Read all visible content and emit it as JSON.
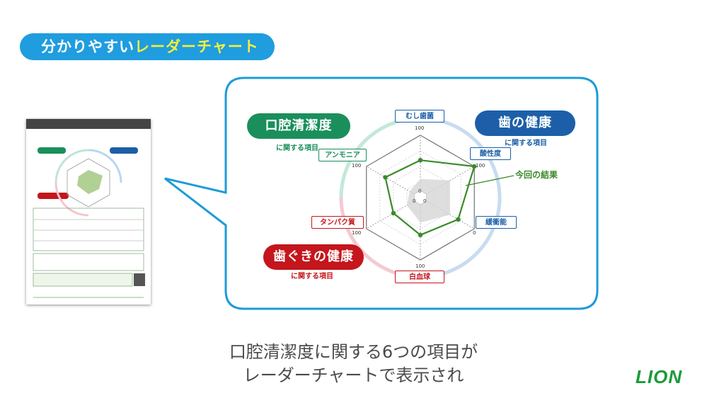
{
  "title": {
    "part1": "分かりやすい",
    "part2": "レーダーチャート"
  },
  "categories": {
    "oral": {
      "label": "口腔清潔度",
      "sub": "に関する項目",
      "color": "#1a8f5c"
    },
    "teeth": {
      "label": "歯の健康",
      "sub": "に関する項目",
      "color": "#1c5fa8"
    },
    "gum": {
      "label": "歯ぐきの健康",
      "sub": "に関する項目",
      "color": "#c4161c"
    }
  },
  "chart_data": {
    "type": "radar",
    "axes": [
      "むし歯菌",
      "酸性度",
      "緩衝能",
      "白血球",
      "タンパク質",
      "アンモニア"
    ],
    "tick_labels": [
      "100",
      "100",
      "0",
      "100",
      "100",
      "100"
    ],
    "center_labels": [
      "0",
      "0",
      "0"
    ],
    "series": [
      {
        "name": "今回の結果",
        "values": [
          60,
          100,
          70,
          60,
          50,
          65
        ]
      }
    ],
    "range": [
      0,
      100
    ]
  },
  "caption": {
    "line1": "口腔清潔度に関する6つの項目が",
    "line2": "レーダーチャートで表示され"
  },
  "logo": "LION"
}
